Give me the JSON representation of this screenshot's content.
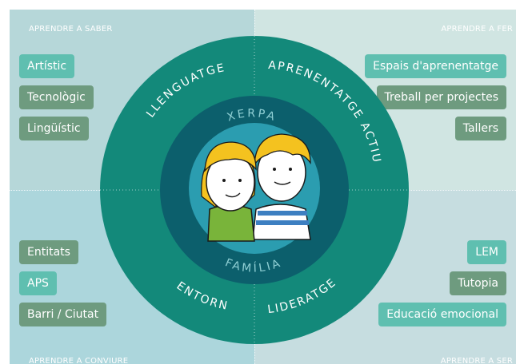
{
  "corners": {
    "top_left": "APRENDRE A SABER",
    "top_right": "APRENDRE A FER",
    "bottom_left": "APRENDRE A CONVIURE",
    "bottom_right": "APRENDRE A SER"
  },
  "left_top_tags": [
    "Artístic",
    "Tecnològic",
    "Lingüístic"
  ],
  "right_top_tags": [
    "Espais d'aprenentatge",
    "Treball per projectes",
    "Tallers"
  ],
  "left_bottom_tags": [
    "Entitats",
    "APS",
    "Barri / Ciutat"
  ],
  "right_bottom_tags": [
    "LEM",
    "Tutopia",
    "Educació emocional"
  ],
  "outer_ring": {
    "top_left": "LLENGUATGE",
    "top_right": "APRENENTATGE ACTIU",
    "bottom_left": "ENTORN",
    "bottom_right": "LIDERATGE"
  },
  "inner_ring": {
    "top": "XERPA",
    "bottom": "FAMÍLIA"
  },
  "colors": {
    "outer_ring": "#13897a",
    "inner_ring": "#0c5f6c",
    "center": "#2b9db0",
    "tag_mint": "#5fbfb0",
    "tag_sage": "#6e9b7f"
  }
}
